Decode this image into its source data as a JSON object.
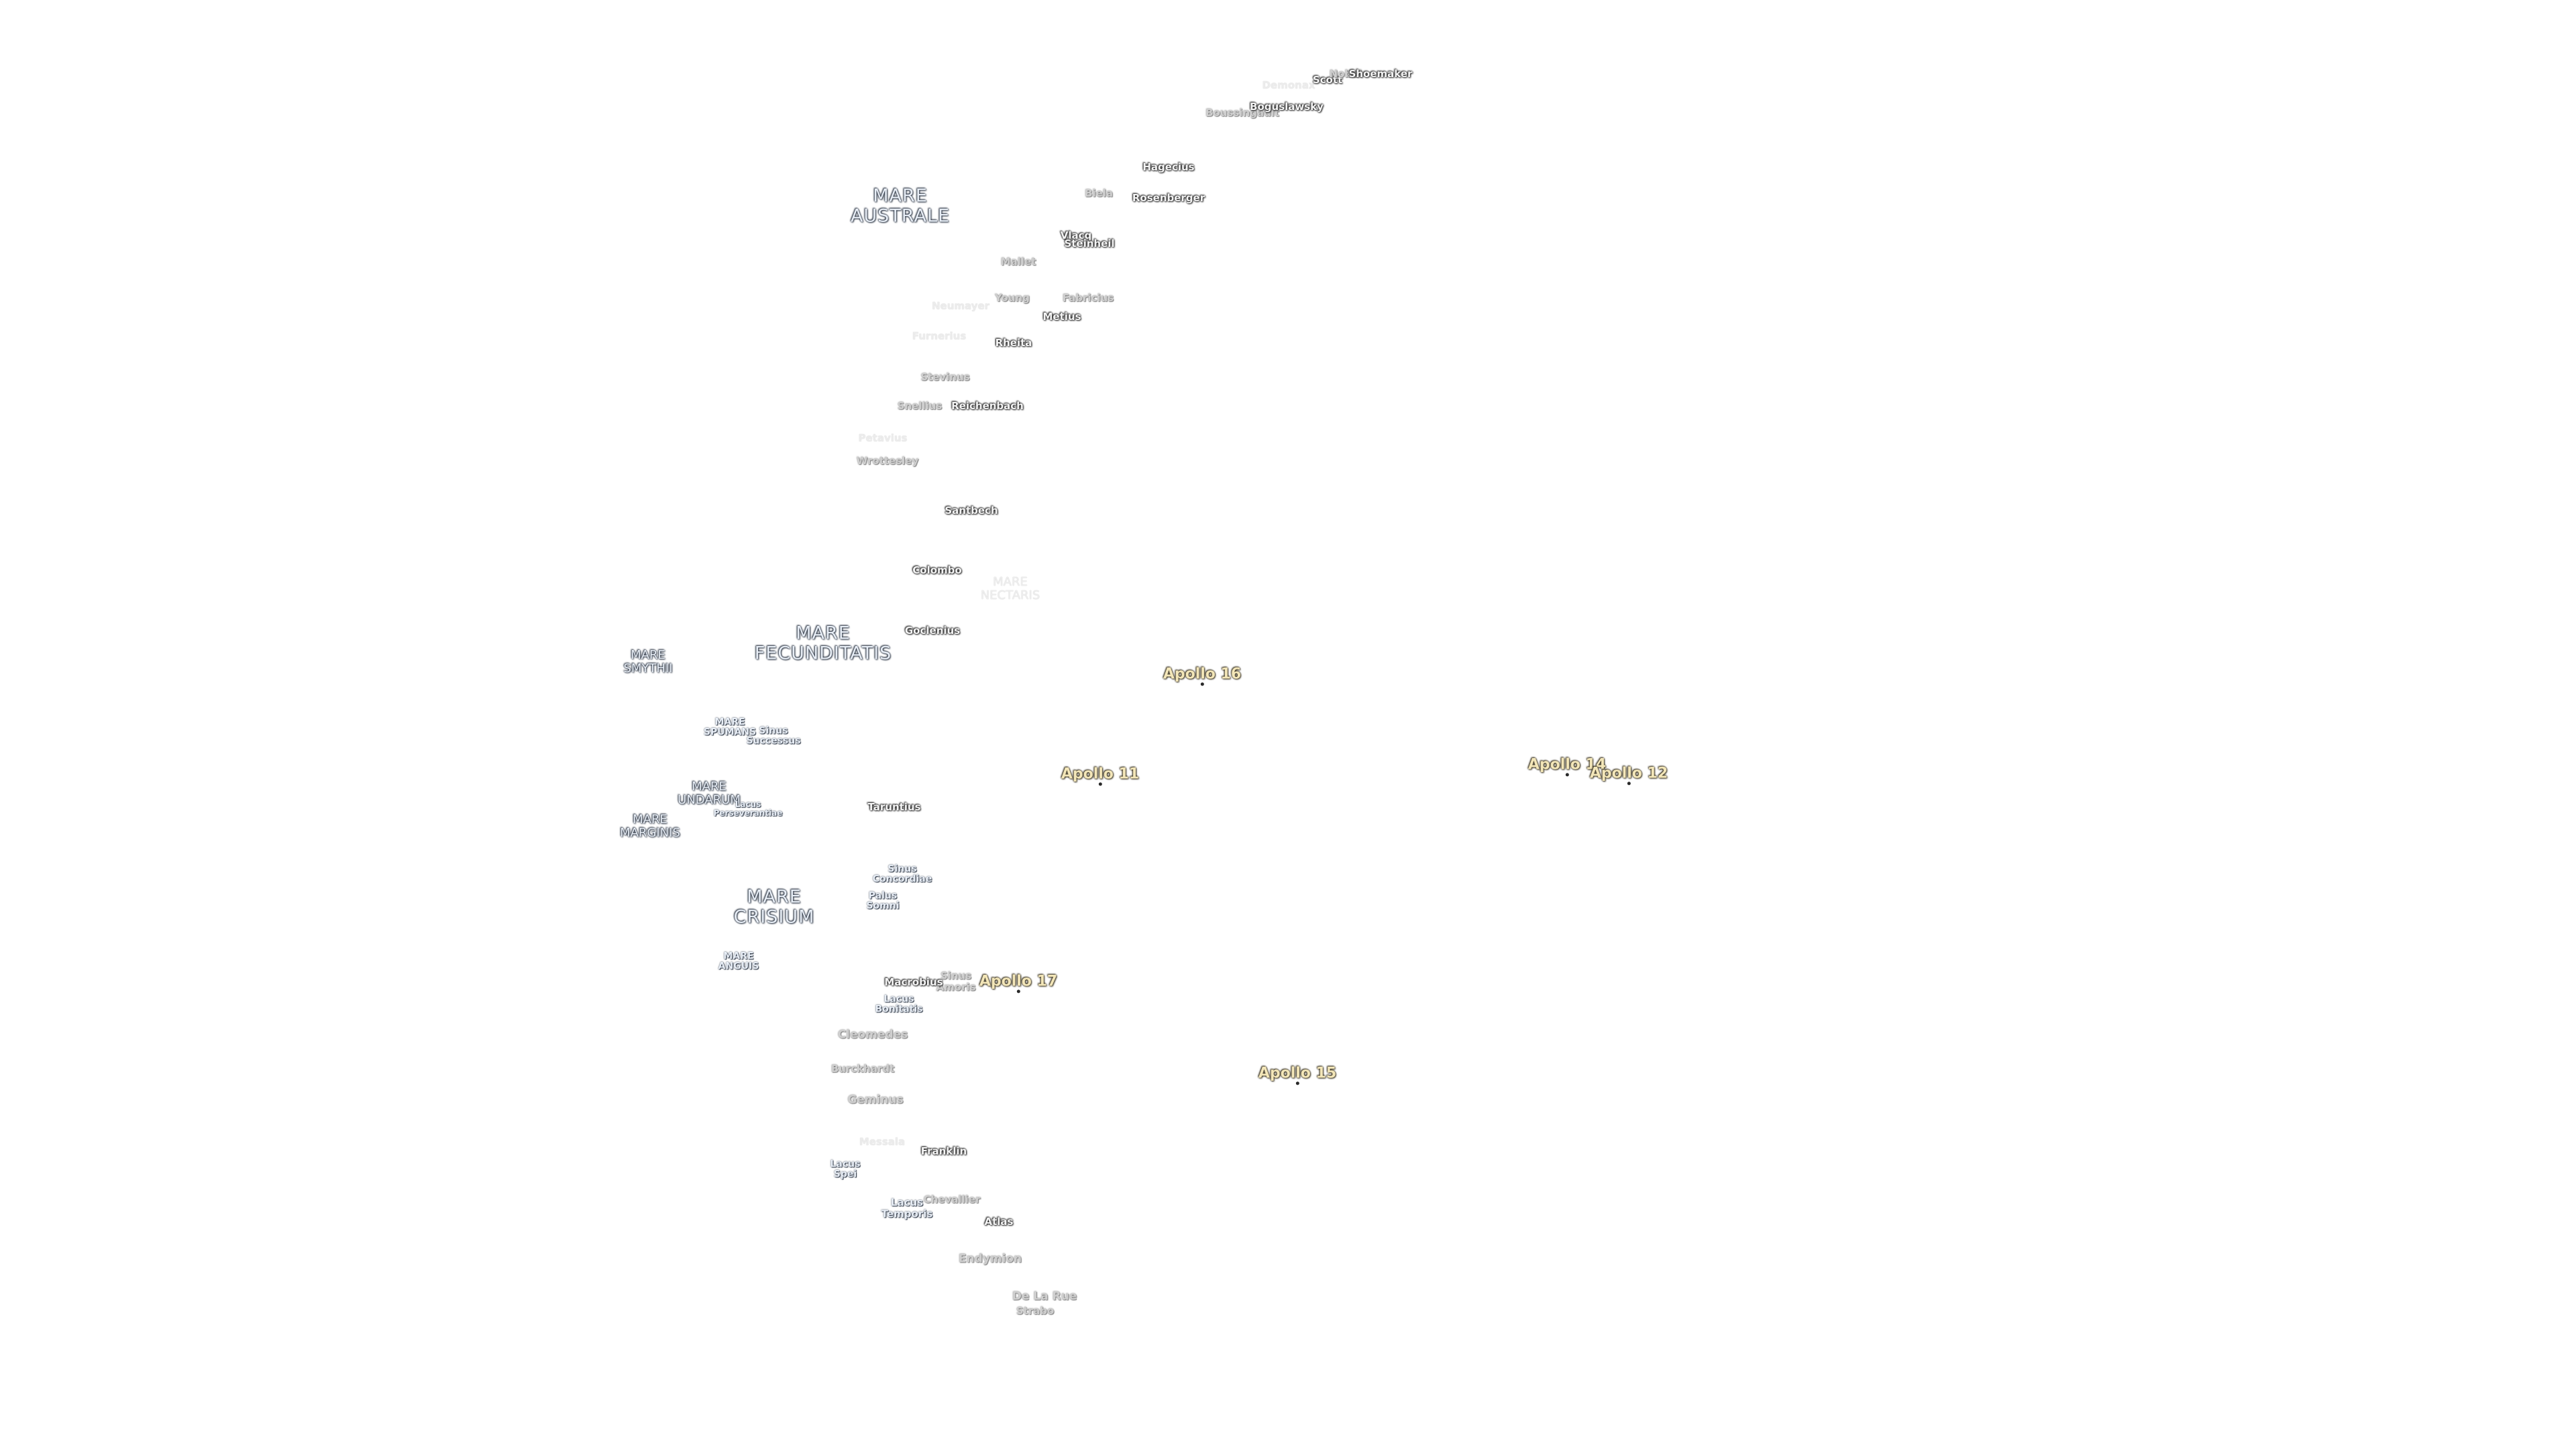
{
  "map": {
    "apollo_sites": [
      {
        "label": "Apollo 16"
      },
      {
        "label": "Apollo 11"
      },
      {
        "label": "Apollo 14"
      },
      {
        "label": "Apollo 12"
      },
      {
        "label": "Apollo 17"
      },
      {
        "label": "Apollo 15"
      }
    ],
    "maria": [
      {
        "label": "MARE\nAUSTRALE"
      },
      {
        "label": "MARE\nFECUNDITATIS"
      },
      {
        "label": "MARE\nSMYTHII"
      },
      {
        "label": "MARE\nNECTARIS"
      },
      {
        "label": "MARE\nSPUMANS"
      },
      {
        "label": "MARE\nUNDARUM"
      },
      {
        "label": "MARE\nMARGINIS"
      },
      {
        "label": "MARE\nCRISIUM"
      },
      {
        "label": "MARE\nANGUIS"
      },
      {
        "label": "Sinus\nSuccessus"
      },
      {
        "label": "Lacus\nPerseverantiae"
      },
      {
        "label": "Sinus\nConcordiae"
      },
      {
        "label": "Palus\nSomni"
      },
      {
        "label": "Sinus\nAmoris"
      },
      {
        "label": "Lacus\nBonitatis"
      },
      {
        "label": "Lacus\nSpei"
      },
      {
        "label": "Lacus\nTemporis"
      }
    ],
    "craters": [
      {
        "label": "Demonax"
      },
      {
        "label": "Scott"
      },
      {
        "label": "Nobel"
      },
      {
        "label": "Shoemaker"
      },
      {
        "label": "Boussingault"
      },
      {
        "label": "Boguslawsky"
      },
      {
        "label": "Hagecius"
      },
      {
        "label": "Biela"
      },
      {
        "label": "Rosenberger"
      },
      {
        "label": "Vlacq"
      },
      {
        "label": "Steinheil"
      },
      {
        "label": "Mallet"
      },
      {
        "label": "Young"
      },
      {
        "label": "Fabricius"
      },
      {
        "label": "Neumayer"
      },
      {
        "label": "Metius"
      },
      {
        "label": "Furnerius"
      },
      {
        "label": "Rheita"
      },
      {
        "label": "Stevinus"
      },
      {
        "label": "Snellius"
      },
      {
        "label": "Reichenbach"
      },
      {
        "label": "Petavius"
      },
      {
        "label": "Wrottesley"
      },
      {
        "label": "Santbech"
      },
      {
        "label": "Colombo"
      },
      {
        "label": "Goclenius"
      },
      {
        "label": "Taruntius"
      },
      {
        "label": "Macrobius"
      },
      {
        "label": "Cleomedes"
      },
      {
        "label": "Burckhardt"
      },
      {
        "label": "Geminus"
      },
      {
        "label": "Messala"
      },
      {
        "label": "Franklin"
      },
      {
        "label": "Chevallier"
      },
      {
        "label": "Atlas"
      },
      {
        "label": "Endymion"
      },
      {
        "label": "De La Rue"
      },
      {
        "label": "Strabo"
      }
    ]
  }
}
